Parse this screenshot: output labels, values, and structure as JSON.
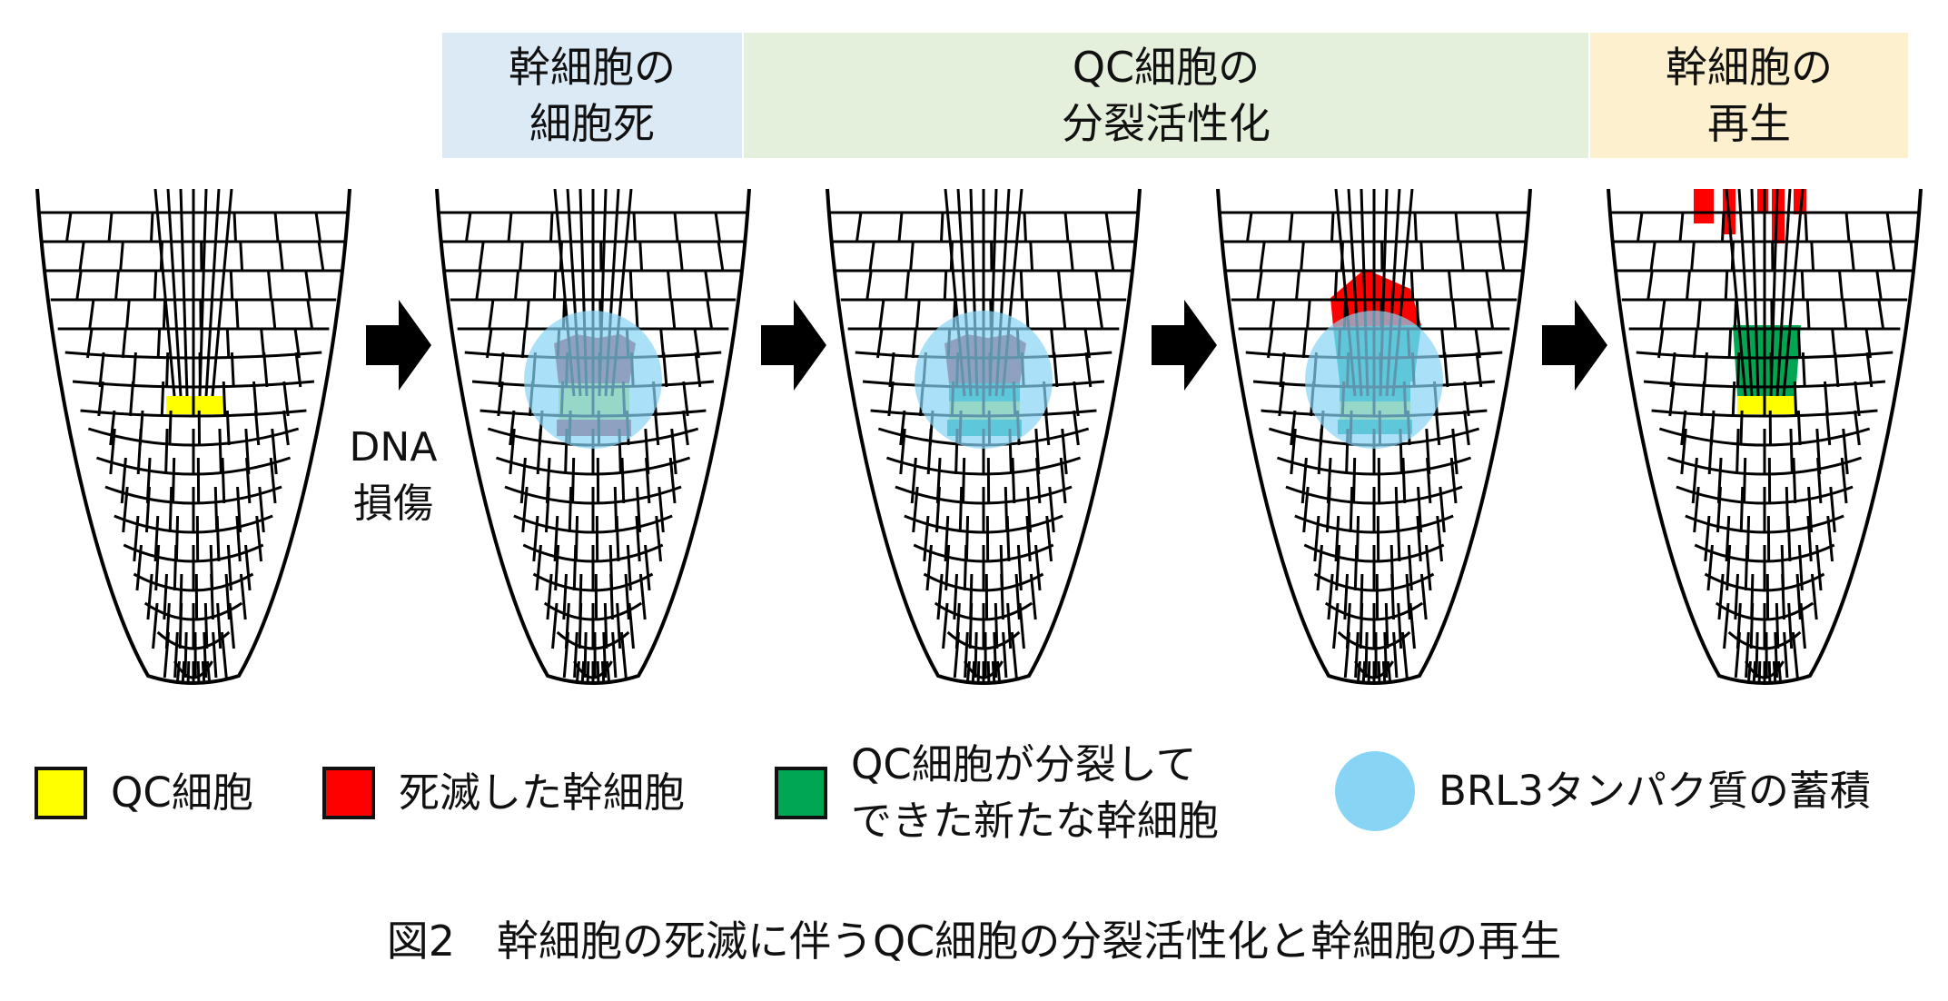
{
  "phases": [
    {
      "label": "幹細胞の\n細胞死",
      "color": "#dceaf6"
    },
    {
      "label": "QC細胞の\n分裂活性化",
      "color": "#e5f0dc"
    },
    {
      "label": "幹細胞の\n再生",
      "color": "#fdf0cf"
    }
  ],
  "step_label": "DNA\n損傷",
  "legend": [
    {
      "label": "QC細胞",
      "color": "#ffff00",
      "shape": "square"
    },
    {
      "label": "死滅した幹細胞",
      "color": "#ff0000",
      "shape": "square"
    },
    {
      "label": "QC細胞が分裂して\nできた新たな幹細胞",
      "color": "#00a651",
      "shape": "square"
    },
    {
      "label": "BRL3タンパク質の蓄積",
      "color": "#87d4f5",
      "shape": "circle"
    }
  ],
  "caption": "図2　幹細胞の死滅に伴うQC細胞の分裂活性化と幹細胞の再生",
  "colors": {
    "qc_yellow": "#ffff00",
    "qc_lightgreen": "#b5e05a",
    "dead_red": "#ff0000",
    "dying_maroon": "#a02a45",
    "new_stem_green": "#00a651",
    "teal": "#00a89a",
    "brl3_blue": "#87d4f5",
    "arrow": "#000000"
  },
  "icons": [
    "right-arrow-icon"
  ]
}
